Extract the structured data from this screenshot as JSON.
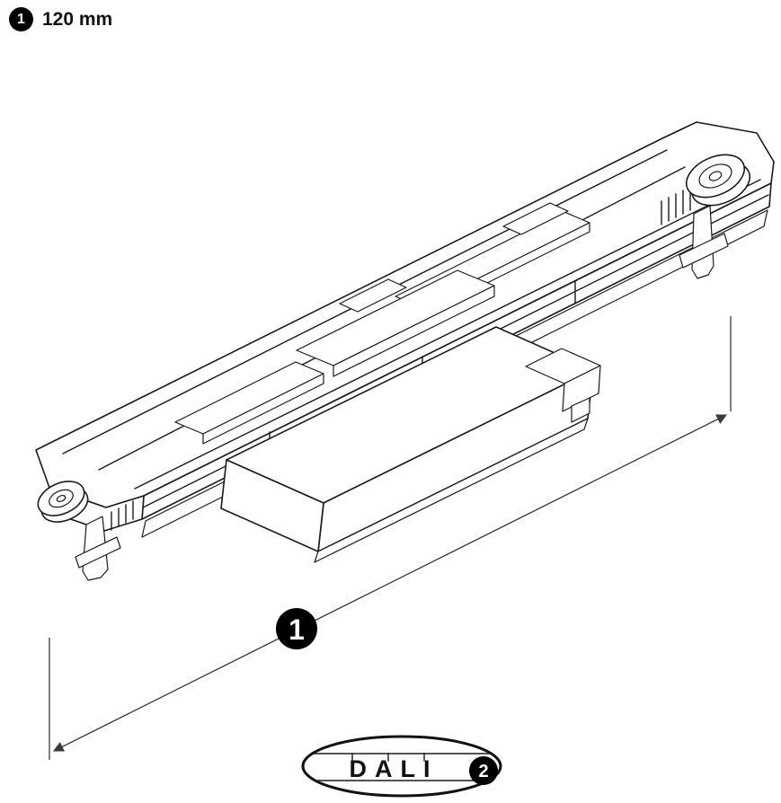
{
  "header": {
    "callout_number": "1",
    "dimension_text": "120 mm"
  },
  "dimension": {
    "label": "1"
  },
  "logo": {
    "text": "DALI",
    "marker": "2"
  },
  "colors": {
    "line": "#1a1a1a",
    "badge_fill": "#000000",
    "background": "#ffffff"
  }
}
